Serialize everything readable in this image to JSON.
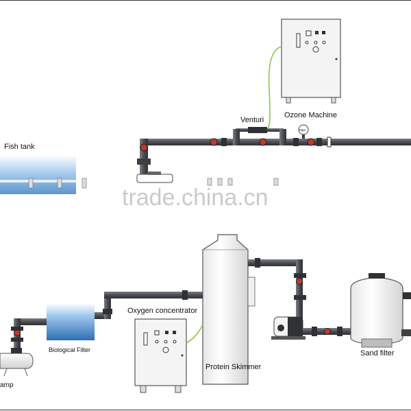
{
  "labels": {
    "ozone_machine": "Ozone Machine",
    "venturi": "Venturi",
    "fish_tank": "Fish tank",
    "oxygen_concentrator": "Oxygen concentrator",
    "biological_filter": "Biological Filter",
    "protein_skimmer": "Protein Skimmer",
    "sand_filter": "Sand filter",
    "pump_partial": "amp",
    "gauge": "Mpa"
  },
  "watermark": "trade.china.cn",
  "colors": {
    "pipe": "#5a5d61",
    "pipe_dark": "#3d3f42",
    "valve_red": "#c0392b",
    "ozone_tube": "#8dc63f",
    "water_blue": "#7fb2e0",
    "machine_fill": "#f2f2f2",
    "outline": "#555555"
  }
}
